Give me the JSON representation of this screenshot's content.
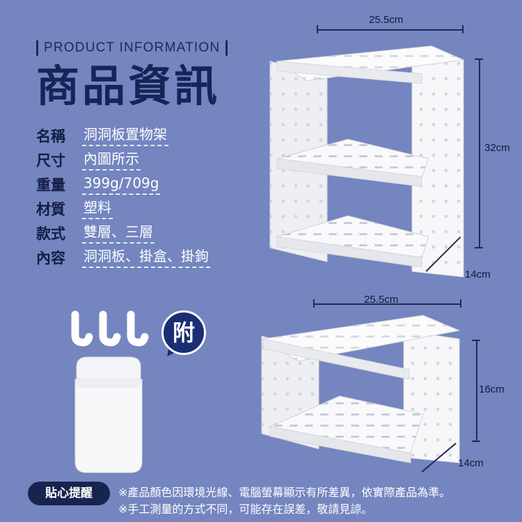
{
  "header": {
    "eyebrow": "PRODUCT INFORMATION",
    "title": "商品資訊"
  },
  "specs": [
    {
      "label": "名稱",
      "value": "洞洞板置物架"
    },
    {
      "label": "尺寸",
      "value": "內圖所示"
    },
    {
      "label": "重量",
      "value": "399g/709g"
    },
    {
      "label": "材質",
      "value": "塑料"
    },
    {
      "label": "款式",
      "value": "雙層、三層"
    },
    {
      "label": "內容",
      "value": "洞洞板、掛盒、掛鉤"
    }
  ],
  "dimensions": {
    "tall": {
      "width": "25.5cm",
      "height": "32cm",
      "depth": "14cm"
    },
    "short": {
      "width": "25.5cm",
      "height": "16cm",
      "depth": "14cm"
    }
  },
  "accessory_badge": "附",
  "tip": {
    "label": "貼心提醒",
    "notes": [
      "※產品顏色因環境光線、電腦螢幕顯示有所差異，依實際產品為準。",
      "※手工測量的方式不同，可能存在誤差，敬請見諒。"
    ]
  },
  "colors": {
    "background": "#7485bf",
    "navy": "#16244f",
    "shelf": "#f6f6f8"
  }
}
